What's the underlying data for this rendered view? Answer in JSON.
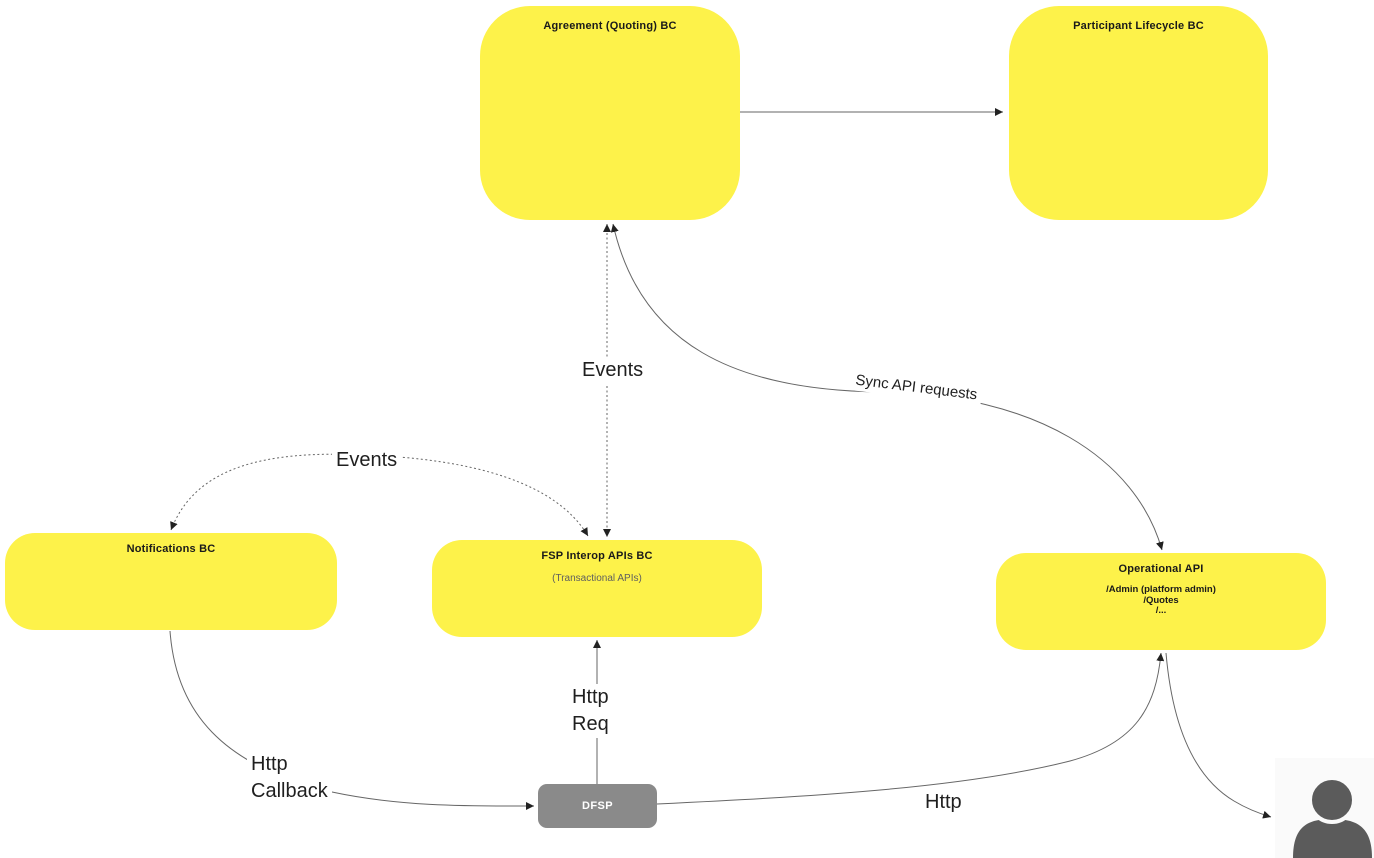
{
  "diagram": {
    "nodes": {
      "agreement": {
        "title": "Agreement (Quoting) BC"
      },
      "participant_lifecycle": {
        "title": "Participant Lifecycle BC"
      },
      "notifications": {
        "title": "Notifications BC"
      },
      "fsp_interop": {
        "title": "FSP Interop APIs BC",
        "subtitle": "(Transactional APIs)"
      },
      "operational_api": {
        "title": "Operational API",
        "endpoints": [
          "/Admin (platform admin)",
          "/Quotes",
          "/..."
        ]
      },
      "dfsp": {
        "title": "DFSP"
      }
    },
    "edge_labels": {
      "events_vertical": "Events",
      "events_curve": "Events",
      "sync_api": "Sync API requests",
      "http_req": "Http\nReq",
      "http_callback": "Http\nCallback",
      "http": "Http"
    },
    "icons": {
      "person": "person-icon"
    },
    "colors": {
      "node_fill": "#FDF24A",
      "dfsp_fill": "#8A8A8A",
      "edge_stroke": "#666666",
      "arrowhead": "#222222",
      "person_icon": "#5B5B5B",
      "person_tile_bg": "#FAFAFA",
      "subtitle_gray": "#5F5F5F"
    }
  }
}
